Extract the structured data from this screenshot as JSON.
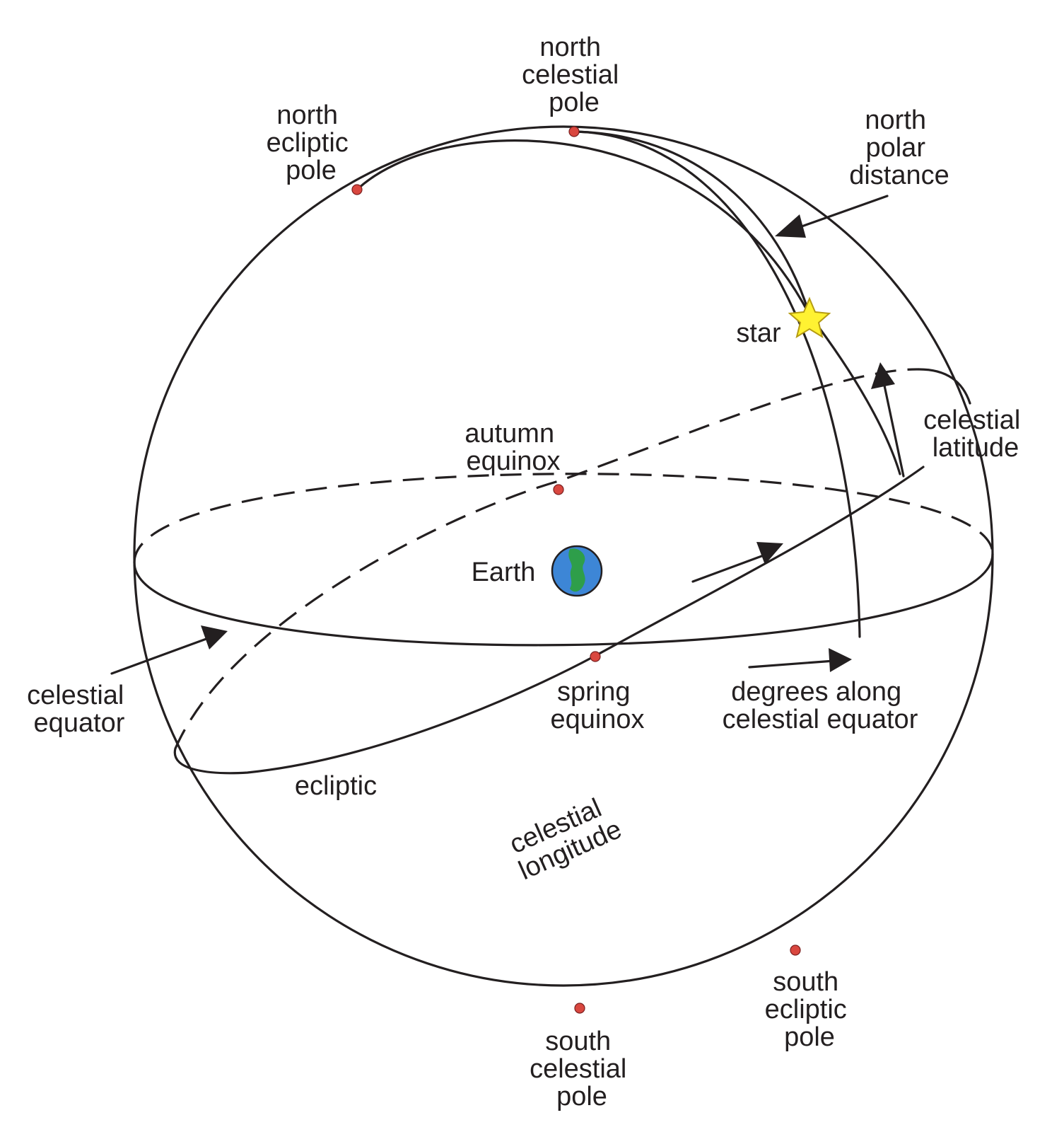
{
  "colors": {
    "ink": "#231f20",
    "point": "#d9473f",
    "star": "#fff232",
    "star_outline": "#b59c12",
    "earth_ocean": "#3d86d6",
    "earth_land": "#2e9e4a"
  },
  "icons": {
    "star": "star-icon",
    "earth": "earth-globe-icon"
  },
  "labels": {
    "north_celestial_pole": [
      "north",
      "celestial",
      "pole"
    ],
    "north_ecliptic_pole": [
      "north",
      "ecliptic",
      "pole"
    ],
    "north_polar_distance": [
      "north",
      "polar",
      "distance"
    ],
    "star": "star",
    "celestial_latitude": [
      "celestial",
      "latitude"
    ],
    "autumn_equinox": [
      "autumn",
      "equinox"
    ],
    "celestial_longitude": [
      "celestial",
      "longitude"
    ],
    "earth": "Earth",
    "celestial_equator": [
      "celestial",
      "equator"
    ],
    "spring_equinox": [
      "spring",
      "equinox"
    ],
    "degrees_along": [
      "degrees along",
      "celestial equator"
    ],
    "ecliptic": "ecliptic",
    "south_celestial_pole": [
      "south",
      "celestial",
      "pole"
    ],
    "south_ecliptic_pole": [
      "south",
      "ecliptic",
      "pole"
    ]
  }
}
